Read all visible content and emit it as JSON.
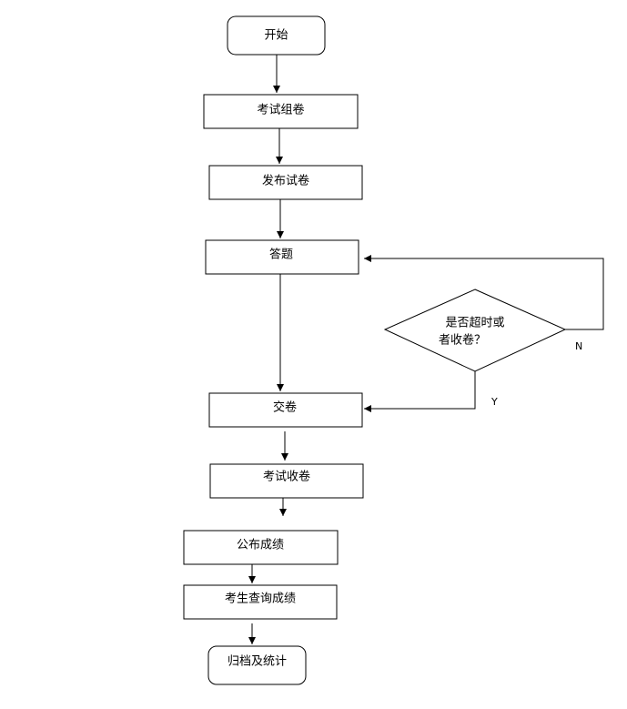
{
  "flowchart": {
    "start": "开始",
    "compose_exam": "考试组卷",
    "publish_exam": "发布试卷",
    "answer": "答题",
    "decision_line1": "是否超时或",
    "decision_line2": "者收卷？",
    "submit": "交卷",
    "collect": "考试收卷",
    "publish_scores": "公布成绩",
    "query_scores": "考生查询成绩",
    "end": "归档及统计",
    "no_label": "N",
    "yes_label": "Y"
  }
}
